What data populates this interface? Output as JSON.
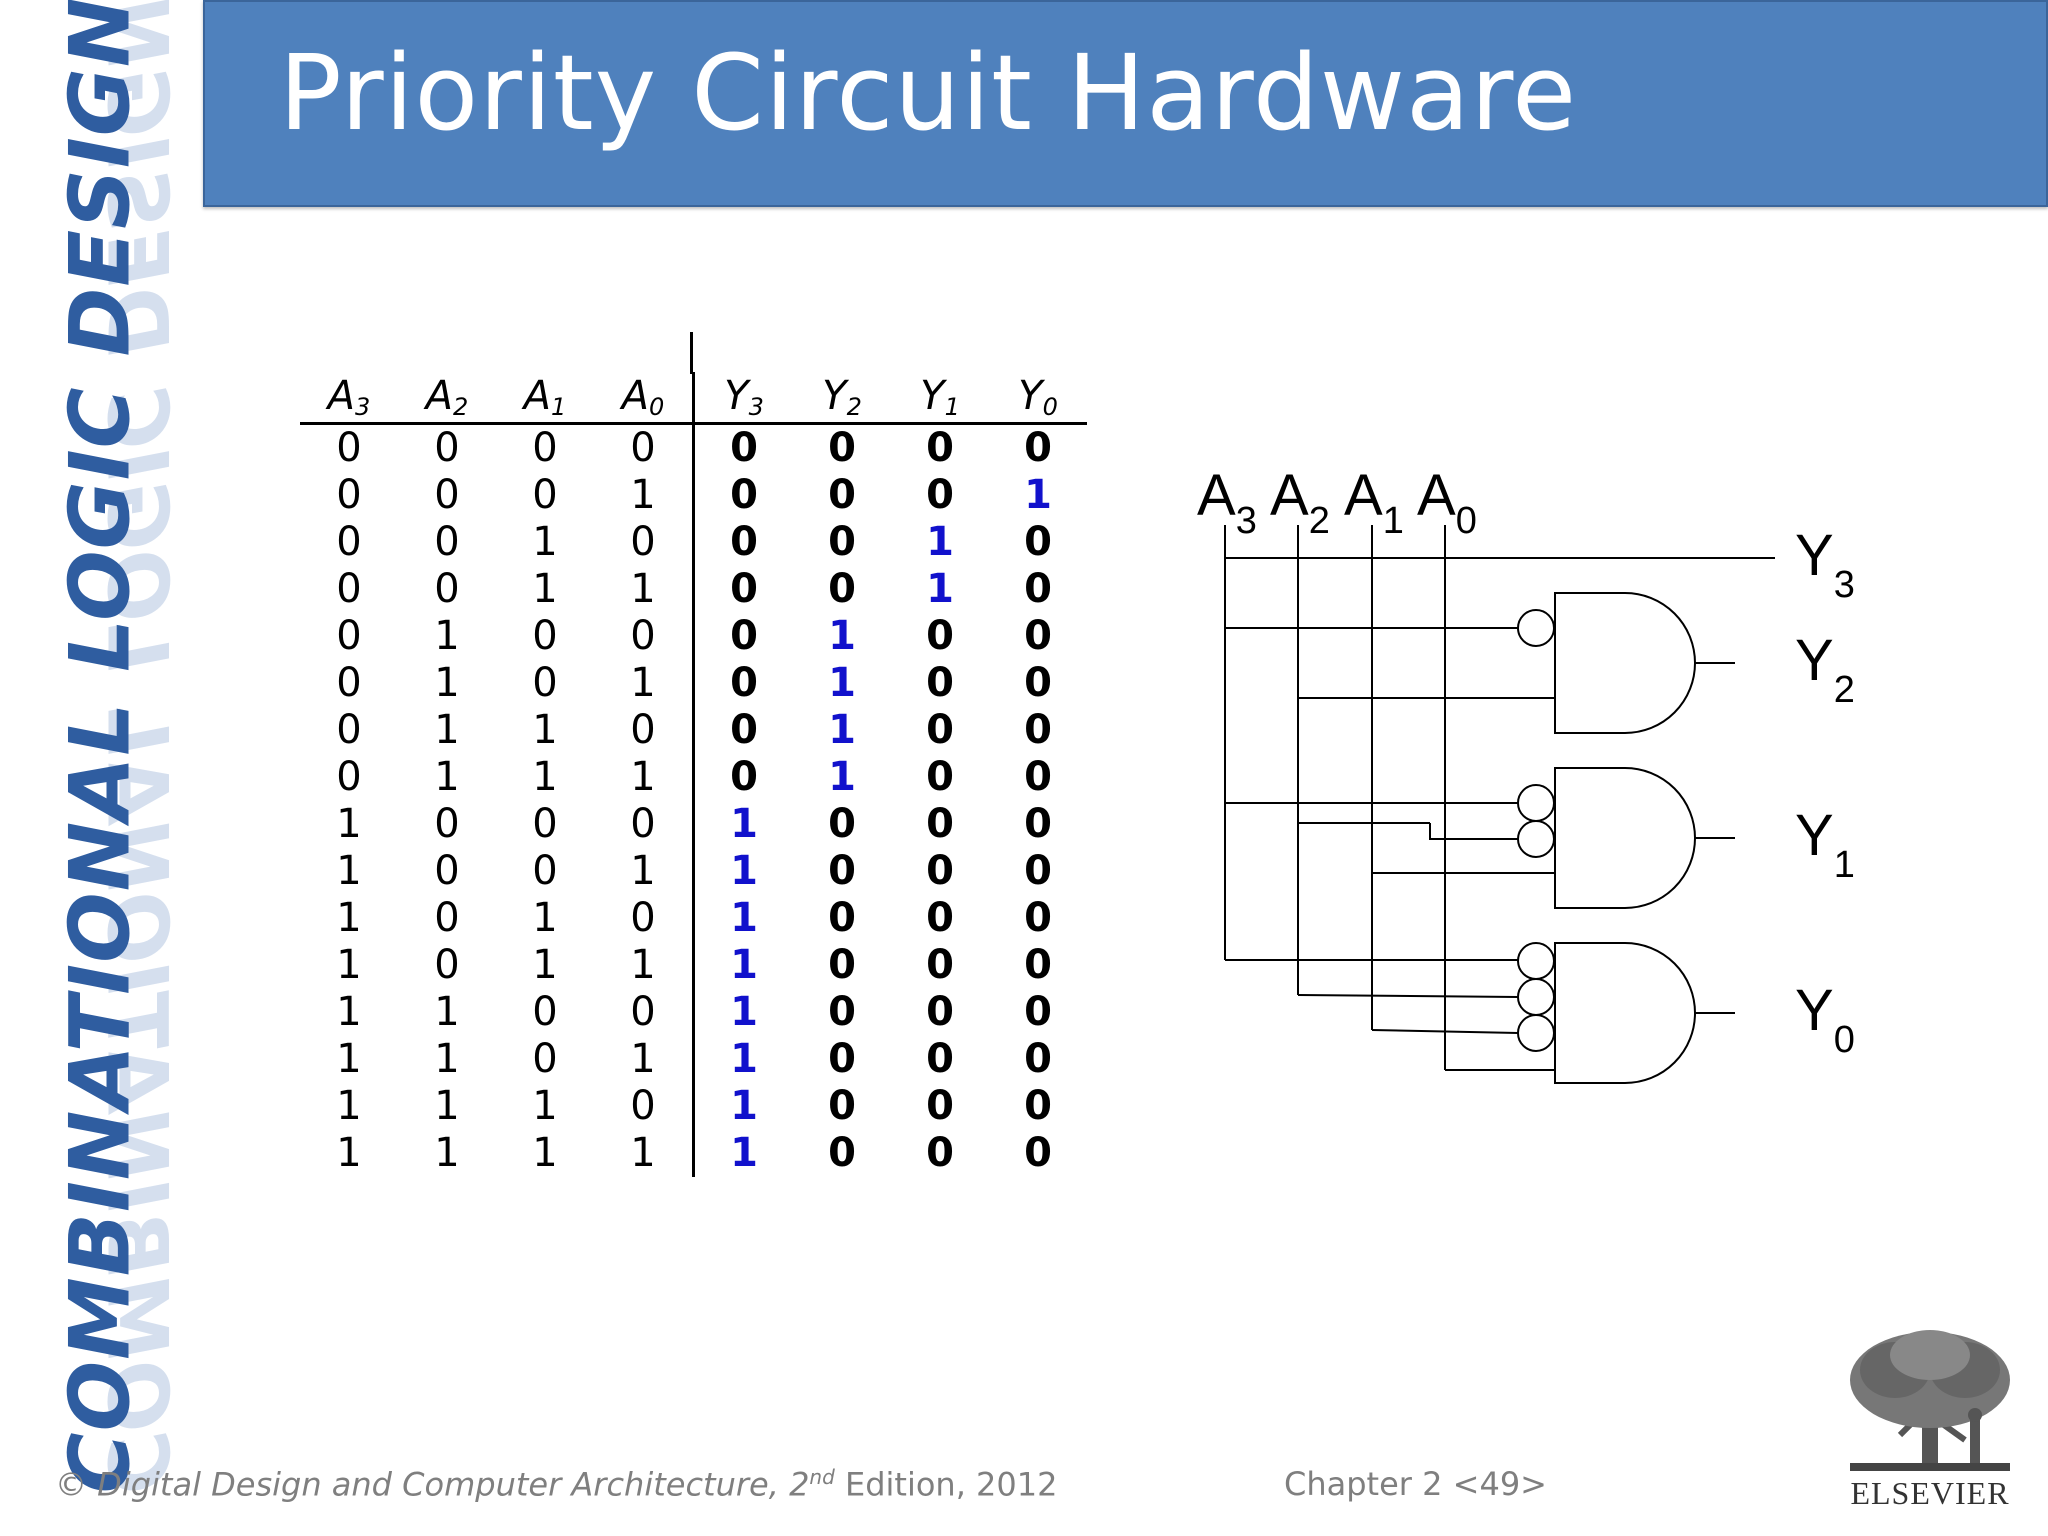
{
  "slide": {
    "title": "Priority Circuit Hardware",
    "sidebar_title": "COMBINATIONAL LOGIC DESIGN"
  },
  "truth_table": {
    "columns": [
      {
        "name": "A",
        "sub": "3"
      },
      {
        "name": "A",
        "sub": "2"
      },
      {
        "name": "A",
        "sub": "1"
      },
      {
        "name": "A",
        "sub": "0"
      },
      {
        "name": "Y",
        "sub": "3"
      },
      {
        "name": "Y",
        "sub": "2"
      },
      {
        "name": "Y",
        "sub": "1"
      },
      {
        "name": "Y",
        "sub": "0"
      }
    ],
    "rows": [
      [
        "0",
        "0",
        "0",
        "0",
        "0",
        "0",
        "0",
        "0"
      ],
      [
        "0",
        "0",
        "0",
        "1",
        "0",
        "0",
        "0",
        "1"
      ],
      [
        "0",
        "0",
        "1",
        "0",
        "0",
        "0",
        "1",
        "0"
      ],
      [
        "0",
        "0",
        "1",
        "1",
        "0",
        "0",
        "1",
        "0"
      ],
      [
        "0",
        "1",
        "0",
        "0",
        "0",
        "1",
        "0",
        "0"
      ],
      [
        "0",
        "1",
        "0",
        "1",
        "0",
        "1",
        "0",
        "0"
      ],
      [
        "0",
        "1",
        "1",
        "0",
        "0",
        "1",
        "0",
        "0"
      ],
      [
        "0",
        "1",
        "1",
        "1",
        "0",
        "1",
        "0",
        "0"
      ],
      [
        "1",
        "0",
        "0",
        "0",
        "1",
        "0",
        "0",
        "0"
      ],
      [
        "1",
        "0",
        "0",
        "1",
        "1",
        "0",
        "0",
        "0"
      ],
      [
        "1",
        "0",
        "1",
        "0",
        "1",
        "0",
        "0",
        "0"
      ],
      [
        "1",
        "0",
        "1",
        "1",
        "1",
        "0",
        "0",
        "0"
      ],
      [
        "1",
        "1",
        "0",
        "0",
        "1",
        "0",
        "0",
        "0"
      ],
      [
        "1",
        "1",
        "0",
        "1",
        "1",
        "0",
        "0",
        "0"
      ],
      [
        "1",
        "1",
        "1",
        "0",
        "1",
        "0",
        "0",
        "0"
      ],
      [
        "1",
        "1",
        "1",
        "1",
        "1",
        "0",
        "0",
        "0"
      ]
    ],
    "highlight_color": "#1111cc"
  },
  "circuit": {
    "inputs": [
      {
        "name": "A",
        "sub": "3"
      },
      {
        "name": "A",
        "sub": "2"
      },
      {
        "name": "A",
        "sub": "1"
      },
      {
        "name": "A",
        "sub": "0"
      }
    ],
    "outputs": [
      {
        "name": "Y",
        "sub": "3"
      },
      {
        "name": "Y",
        "sub": "2"
      },
      {
        "name": "Y",
        "sub": "1"
      },
      {
        "name": "Y",
        "sub": "0"
      }
    ]
  },
  "footer": {
    "copyright_prefix": "© Digital Design and Computer Architecture, 2",
    "copyright_sup": "nd",
    "copyright_suffix": " Edition, 2012",
    "chapter": "Chapter 2 <49>",
    "publisher": "ELSEVIER"
  },
  "colors": {
    "header_bg": "#4f81bd",
    "sidebar_text": "#2f5da0",
    "footer_text": "#7f7f7f"
  }
}
